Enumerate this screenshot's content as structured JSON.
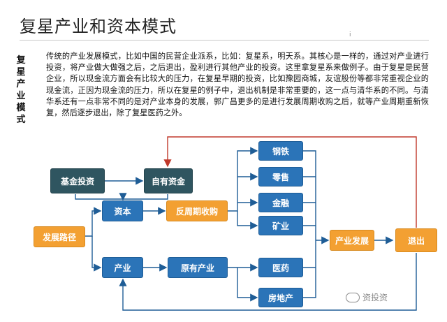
{
  "title": "复星产业和资本模式",
  "tiny_mark": "i",
  "side_label": [
    "复",
    "星",
    "产",
    "业",
    "模",
    "式"
  ],
  "paragraph": "传统的产业发展模式，比如中国的民营企业派系，比如：复星系，明天系。其核心是一样的，通过对产业进行投资，将产业做大做强之后，之后退出，盈利进行其他产业的投资。这里拿复星系来做例子。由于复星是民营企业，所以现金流方面会有比较大的压力，在复星早期的投资，比如豫园商城，友谊股份等都非常重视企业的现金流，正因为现金流的压力，所以在复星的例子中，退出机制是非常重要的，这一点与清华系的不同。与清华系还有一点非常不同的是对产业本身的发展，郭广昌更多的是进行发展周期收购之后，就等产业周期重新恢复，然后逐步退出，除了复星医药之外。",
  "diagram": {
    "fund_invest": "基金投资",
    "own_capital": "自有资金",
    "capital": "资本",
    "counter_cycle": "反周期收购",
    "dev_path": "发展路径",
    "industry": "产业",
    "existing_industry": "原有产业",
    "steel": "钢铁",
    "retail": "零售",
    "finance": "金融",
    "mining": "矿业",
    "pharma": "医药",
    "real_estate": "房地产",
    "ind_dev": "产业发展",
    "exit": "退出"
  },
  "watermark": "资投资",
  "colors": {
    "blue": "#2b74b8",
    "dark": "#2f5560",
    "orange": "#f3a032",
    "feedback_arrow": "#c0392b",
    "arrow": "#1f5d96"
  }
}
